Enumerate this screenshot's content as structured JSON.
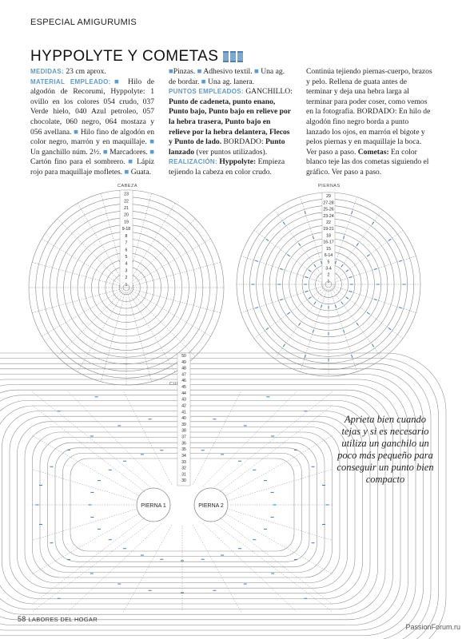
{
  "header": {
    "section": "ESPECIAL AMIGURUMIS",
    "title": "HYPPOLYTE Y COMETAS"
  },
  "col1": {
    "k_medidas": "MEDIDAS:",
    "medidas": " 23 cm aprox.",
    "k_material": "MATERIAL EMPLEADO:",
    "material": " Hilo de algodón de Recorumi, Hyppolyte: 1 ovillo en los colores 054 crudo, 037 Verde hielo, 040 Azul petroleo, 057 chocolate, 060 negro, 064 mostaza y 056 avellana.",
    "material_b": " Hilo fino de algodón en color negro, marrón y en maquillaje.",
    "material_c": " Un ganchillo núm. 2½.",
    "material_d": " Marcadores.",
    "material_e": " Cartón fino para el sombrero.",
    "material_f": " Lápiz rojo para maquillaje mofletes.",
    "material_g": " Guata."
  },
  "col2": {
    "a": "Pinzas.",
    "b": " Adhesivo textil.",
    "c": " Una ag. de bordar.",
    "d": " Una ag. lanera.",
    "k_puntos": "PUNTOS EMPLEADOS:",
    "puntos_intro": " GANCHILLO:",
    "puntos": " Punto de cadeneta, punto enano, Punto bajo, Punto bajo en relieve por la hebra trasera, Punto bajo en relieve por la hebra delantera, Flecos y Punto de lado.",
    "bordado": " BORDADO:",
    "lanzado": " Punto lanzado",
    "lanzado_note": " (ver puntos utilizados).",
    "k_realizacion": "REALIZACIÓN:",
    "hyppolyte": " Hyppolyte:",
    "realizacion": " Empieza tejiendo la cabeza en color crudo."
  },
  "col3": {
    "a": "Continúa tejiendo piernas-cuerpo, brazos y pelo. Rellena de guata antes de terminar y deja una hebra larga al terminar para poder coser, como vemos en la fotografía. BORDADO: En hilo de algodón fino negro borda a punto lanzado los ojos, en marrón el bigote y pelos piernas y en maquillaje la boca. Ver paso a paso.",
    "k_cometas": " Cometas:",
    "b": " En color blanco teje las dos cometas siguiendo el gráfico. Ver paso a paso."
  },
  "diagrams": {
    "cabeza": {
      "label": "CABEZA",
      "rows": [
        "23",
        "22",
        "21",
        "20",
        "19",
        "9-18",
        "8",
        "7",
        "6",
        "5",
        "4",
        "3",
        "2",
        "1"
      ]
    },
    "piernas": {
      "label": "PIERNAS",
      "rows": [
        "29",
        "27-28",
        "25-26",
        "23-24",
        "22",
        "19-21",
        "18",
        "16-17",
        "15",
        "6-14",
        "5",
        "3-4",
        "2",
        "1"
      ]
    },
    "cuerpo": {
      "label": "CUERPO",
      "rows": [
        "50",
        "49",
        "48",
        "47",
        "46",
        "45",
        "44",
        "43",
        "42",
        "41",
        "40",
        "39",
        "38",
        "37",
        "36",
        "35",
        "34",
        "33",
        "32",
        "31",
        "30"
      ],
      "leg_left": "PIERNA 1",
      "leg_right": "PIERNA 2"
    }
  },
  "tip": "Aprieta bien cuando tejas y si es necesario utiliza un ganchilo un poco más pequeño para conseguir un punto bien compacto",
  "footer": {
    "page": "58",
    "magazine": "LABORES DEL HOGAR",
    "watermark": "PassionForum.ru"
  },
  "colors": {
    "accent": "#5f9ac8",
    "chart_lines": "#8a8a8a",
    "stitch_blue": "#3a78c2"
  }
}
